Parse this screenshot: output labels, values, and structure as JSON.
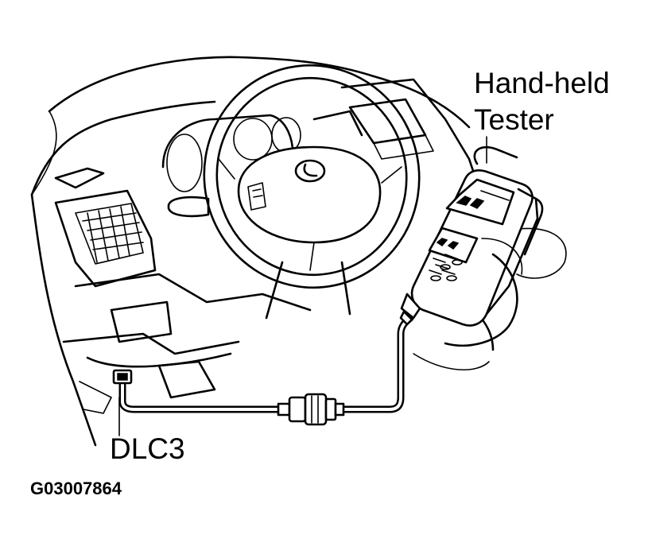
{
  "labels": {
    "tester_line1": "Hand-held",
    "tester_line2": "Tester",
    "connector": "DLC3",
    "figure_code": "G03007864"
  },
  "colors": {
    "ink": "#000000",
    "paper": "#ffffff"
  }
}
